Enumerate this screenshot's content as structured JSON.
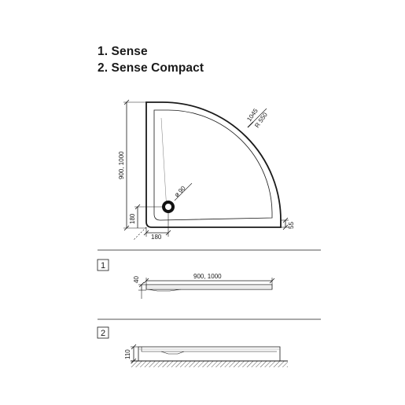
{
  "titles": {
    "line1": "1. Sense",
    "line2": "2. Sense Compact"
  },
  "plan_view": {
    "dim_side": "900, 1000",
    "dim_radius_a": "1045",
    "dim_radius_b": "R 550",
    "dim_drain": "ø 90",
    "dim_drain_y": "180",
    "dim_drain_x": "180",
    "dim_height": "55"
  },
  "section_1": {
    "label": "1",
    "dim_height": "40",
    "dim_width": "900, 1000"
  },
  "section_2": {
    "label": "2",
    "dim_height": "110"
  }
}
